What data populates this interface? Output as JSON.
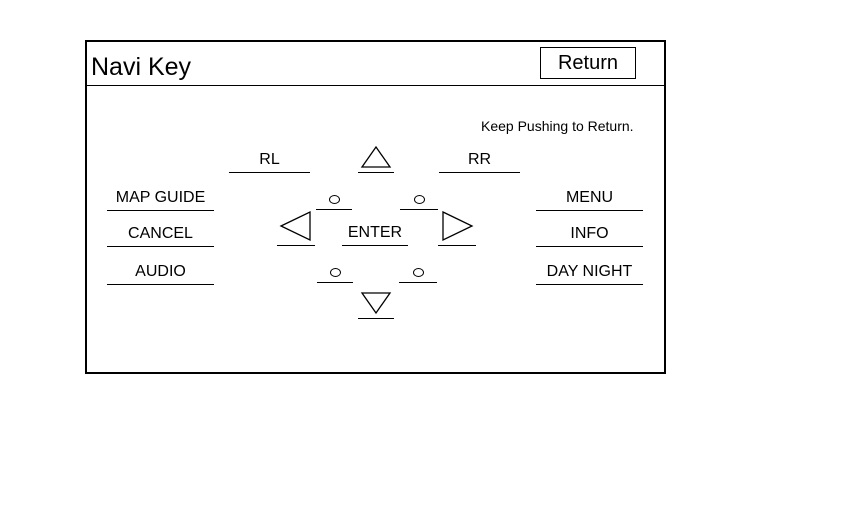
{
  "header": {
    "title": "Navi Key",
    "return_label": "Return"
  },
  "hint": "Keep Pushing to Return.",
  "left_keys": {
    "map_guide": "MAP GUIDE",
    "cancel": "CANCEL",
    "audio": "AUDIO"
  },
  "right_keys": {
    "menu": "MENU",
    "info": "INFO",
    "day_night": "DAY NIGHT"
  },
  "center_keys": {
    "rl": "RL",
    "rr": "RR",
    "enter": "ENTER"
  },
  "icons": {
    "up": "triangle-up-icon",
    "down": "triangle-down-icon",
    "left": "triangle-left-icon",
    "right": "triangle-right-icon",
    "diagonal": "circle-icon"
  }
}
